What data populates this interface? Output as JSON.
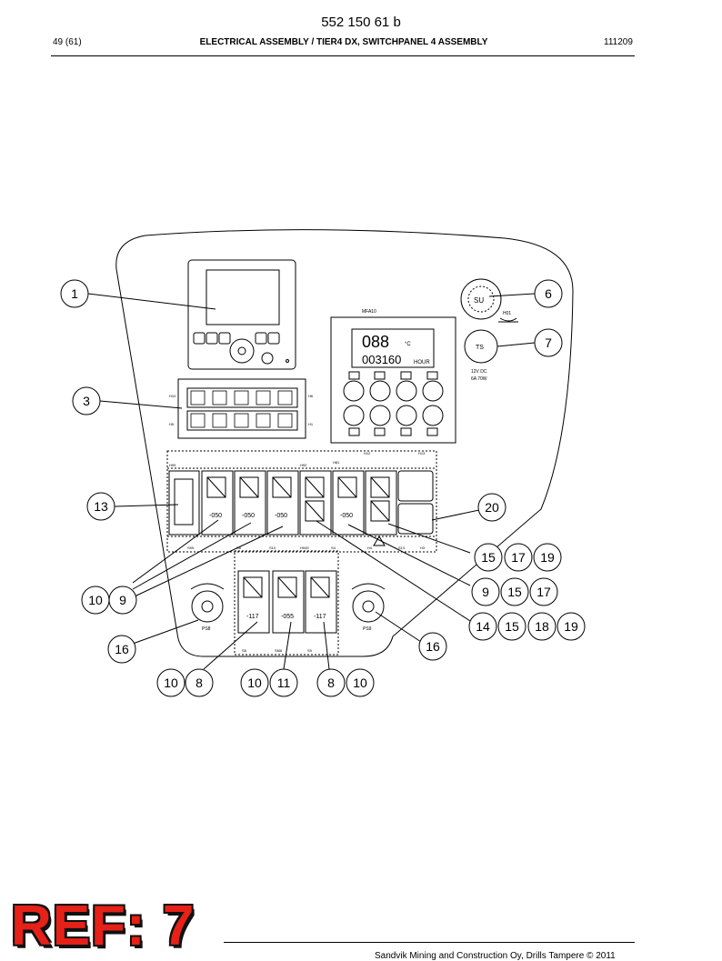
{
  "header": {
    "doc_number": "552 150 61 b",
    "page": "49 (61)",
    "title": "ELECTRICAL ASSEMBLY / TIER4 DX, SWITCHPANEL 4 ASSEMBLY",
    "date": "111209"
  },
  "display": {
    "label": "MFA10",
    "temp_digits": "088",
    "temp_unit": "°C",
    "hours_digits": "003160",
    "hours_unit": "HOUR"
  },
  "socket": {
    "label": "SU",
    "tag": "H01"
  },
  "ts": {
    "label": "TS",
    "rating_1": "12V DC",
    "rating_2": "6A 70W"
  },
  "indicator_panel": {
    "left_top": "H10",
    "left_bottom": "H5",
    "right_top": "H6",
    "right_bottom": "H1"
  },
  "top_tags": [
    "H99",
    "H92",
    "H81",
    "H12",
    "H13"
  ],
  "switch_codes": [
    "-050",
    "-050",
    "-050",
    "-050"
  ],
  "switch_labels": [
    "S99",
    "S8",
    "S10",
    "H945",
    "S4",
    "H4",
    "S13",
    "H3"
  ],
  "lower_switch_codes": [
    "-117",
    "-055",
    "-117"
  ],
  "lower_switch_labels": [
    "S8",
    "SM6",
    "S9"
  ],
  "knobs": {
    "left": "PS8",
    "right": "PS9"
  },
  "callouts": [
    "1",
    "3",
    "6",
    "7",
    "13",
    "20",
    "10",
    "9",
    "15",
    "17",
    "19",
    "9",
    "15",
    "17",
    "14",
    "15",
    "18",
    "19",
    "16",
    "16",
    "10",
    "8",
    "10",
    "11",
    "8",
    "10"
  ],
  "logo": {
    "text": "REF: 7",
    "color": "#e52118"
  },
  "footer": {
    "text": "Sandvik Mining and Construction Oy, Drills Tampere © 2011"
  }
}
